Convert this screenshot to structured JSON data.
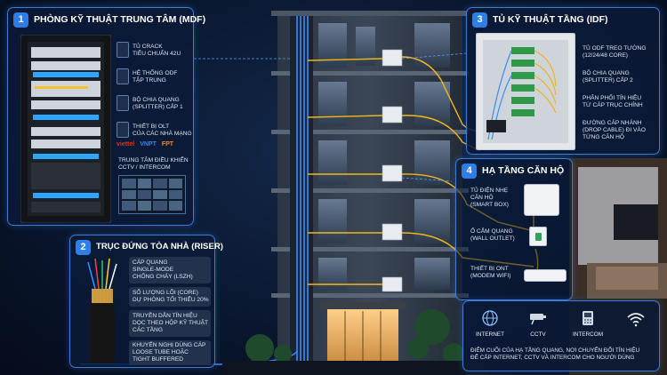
{
  "mdf": {
    "number": "1",
    "title": "PHÒNG KỸ THUẬT TRUNG TÂM (MDF)",
    "items": [
      {
        "icon": "rack-icon",
        "text": "TỦ CRACK\nTIÊU CHUẨN 42U"
      },
      {
        "icon": "odf-icon",
        "text": "HỆ THỐNG ODF\nTẬP TRUNG"
      },
      {
        "icon": "splitter-icon",
        "text": "BỘ CHIA QUANG\n(SPLITTER) CẤP 1"
      },
      {
        "icon": "olt-icon",
        "text": "THIẾT BỊ OLT\nCỦA CÁC NHÀ MẠNG"
      },
      {
        "icon": "monitor-icon",
        "text": "TRUNG TÂM ĐIỀU KHIỂN\nCCTV / INTERCOM"
      }
    ],
    "carriers": [
      "viettel",
      "VNPT",
      "FPT"
    ]
  },
  "riser": {
    "number": "2",
    "title": "TRỤC ĐỨNG TÒA NHÀ (RISER)",
    "items": [
      "CÁP QUANG\nSINGLE-MODE\nCHỐNG CHÁY (LSZH)",
      "SỐ LƯỢNG LÕI (CORE)\nDỰ PHÒNG TỐI THIỂU 20%",
      "TRUYỀN DẪN TÍN HIỆU\nDỌC THEO HỘP KỸ THUẬT\nCÁC TẦNG",
      "KHUYẾN NGHỊ DÙNG CÁP\nLOOSE TUBE HOẶC\nTIGHT BUFFERED"
    ]
  },
  "idf": {
    "number": "3",
    "title": "TỦ KỸ THUẬT TẦNG (IDF)",
    "items": [
      "TỦ ODF TREO TƯỜNG\n(12/24/48 CORE)",
      "BỘ CHIA QUANG\n(SPLITTER) CẤP 2",
      "PHÂN PHỐI TÍN HIỆU\nTỪ CÁP TRỤC CHÍNH",
      "ĐƯỜNG CÁP NHÁNH\n(DROP CABLE) ĐI VÀO\nTỪNG CĂN HỘ"
    ]
  },
  "apartment": {
    "number": "4",
    "title": "HẠ TẦNG CĂN HỘ",
    "items": [
      "TỦ ĐIỆN NHẸ\nCĂN HỘ\n(SMART BOX)",
      "Ổ CẮM QUANG\n(WALL OUTLET)",
      "THIẾT BỊ ONT\n(MODEM WIFI)"
    ],
    "services": [
      {
        "icon": "globe-icon",
        "label": "INTERNET"
      },
      {
        "icon": "camera-icon",
        "label": "CCTV"
      },
      {
        "icon": "intercom-icon",
        "label": "INTERCOM"
      },
      {
        "icon": "wifi-icon",
        "label": ""
      }
    ],
    "footer": "ĐIỂM CUỐI CỦA HẠ TẦNG QUANG, NƠI CHUYỂN ĐỔI TÍN HIỆU\nĐỂ CẤP INTERNET, CCTV VÀ INTERCOM CHO NGƯỜI DÙNG"
  }
}
